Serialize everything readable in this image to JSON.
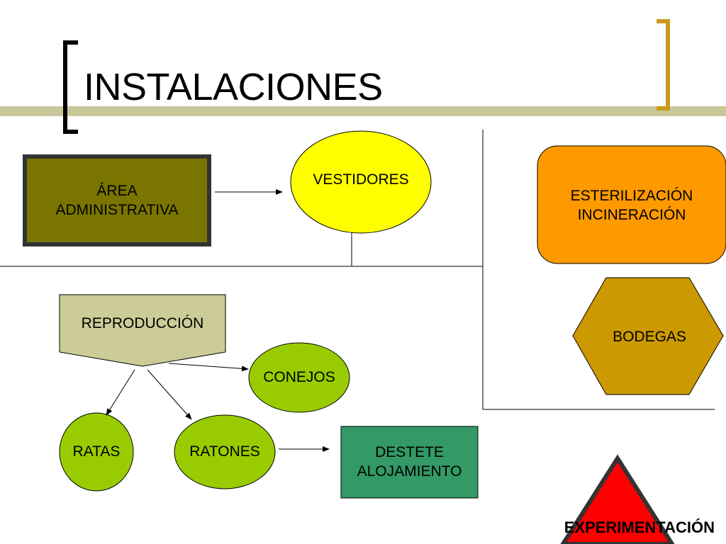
{
  "slide": {
    "title": "INSTALACIONES"
  },
  "nodes": {
    "area_administrativa": "ÁREA\nADMINISTRATIVA",
    "vestidores": "VESTIDORES",
    "esterilizacion": "ESTERILIZACIÓN\nINCINERACIÓN",
    "bodegas": "BODEGAS",
    "reproduccion": "REPRODUCCIÓN",
    "conejos": "CONEJOS",
    "ratas": "RATAS",
    "ratones": "RATONES",
    "destete": "DESTETE\nALOJAMIENTO",
    "experimentacion": "EXPERIMENTACIÓN"
  },
  "colors": {
    "title_bar": "#c8c89a",
    "bracket": "#000000",
    "bracket_accent": "#c99a1c",
    "admin_fill": "#7a7500",
    "admin_border": "#333333",
    "vestidores_fill": "#ffff00",
    "esterilizacion_fill": "#ff9900",
    "bodegas_fill": "#cc9900",
    "reproduccion_fill": "#cccc99",
    "animal_fill": "#99cc00",
    "destete_fill": "#339966",
    "experimentacion_fill": "#ff0000",
    "experimentacion_border": "#333333"
  }
}
